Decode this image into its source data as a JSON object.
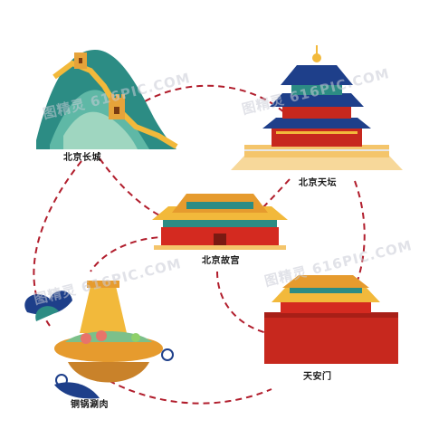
{
  "landmarks": {
    "great_wall": "北京长城",
    "temple_of_heaven": "北京天坛",
    "forbidden_city": "北京故宫",
    "tiananmen": "天安门",
    "hotpot": "铜锅涮肉"
  },
  "watermark": "图精灵 616PIC.COM",
  "colors": {
    "dash": "#b11d2c",
    "gold": "#f2b93b",
    "red": "#d42a20",
    "teal": "#2c8c84",
    "navy": "#1e3f8a"
  }
}
